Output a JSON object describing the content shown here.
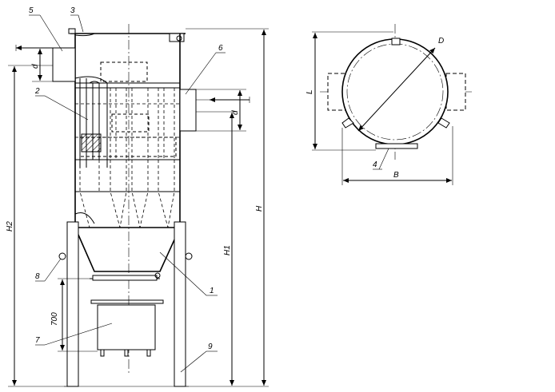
{
  "labels": {
    "callout_1": "1",
    "callout_2": "2",
    "callout_3": "3",
    "callout_4": "4",
    "callout_5": "5",
    "callout_6": "6",
    "callout_7": "7",
    "callout_8": "8",
    "callout_9": "9"
  },
  "dimensions": {
    "h": "H",
    "h1": "H1",
    "h2": "H2",
    "d_inlet": "d",
    "d_outlet": "d",
    "height_700": "700",
    "l": "L",
    "b": "B",
    "diameter": "D"
  }
}
